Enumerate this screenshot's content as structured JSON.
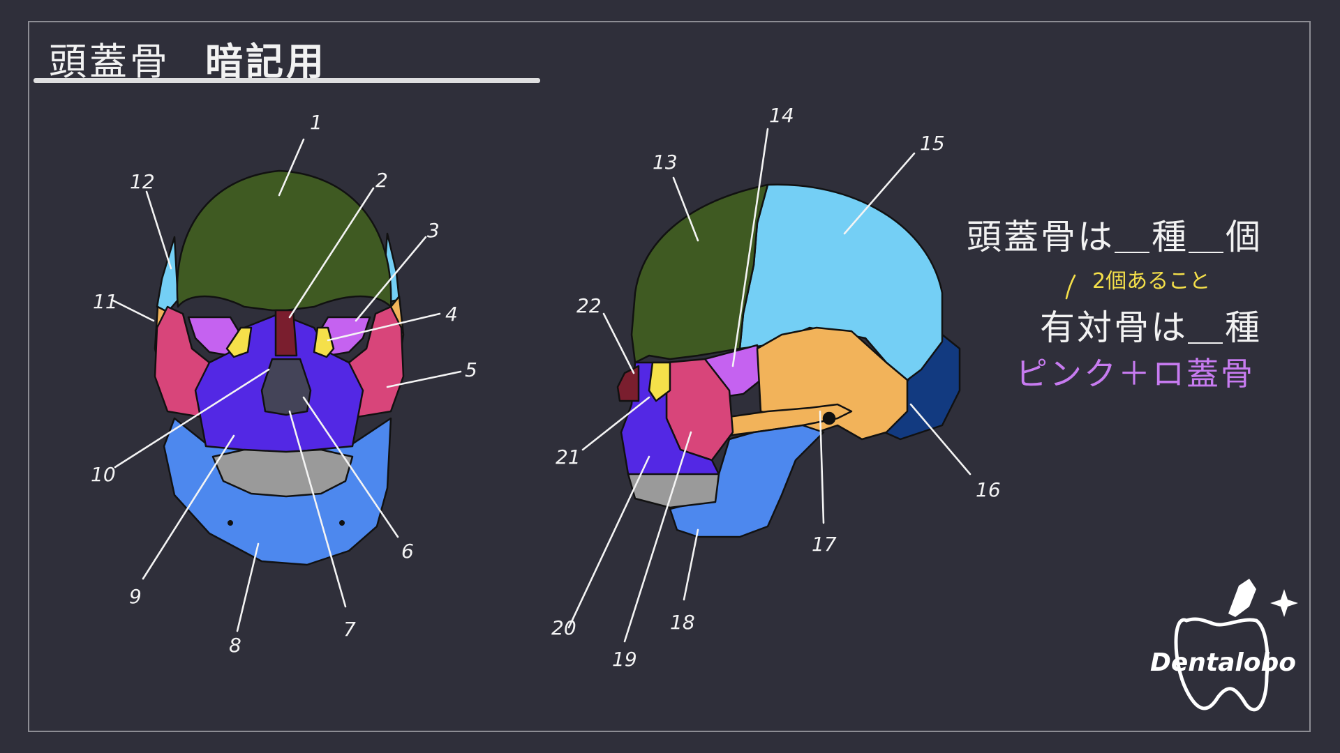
{
  "title": {
    "main": "頭蓋骨",
    "sub": "暗記用"
  },
  "labels": [
    "1",
    "2",
    "3",
    "4",
    "5",
    "6",
    "7",
    "8",
    "9",
    "10",
    "11",
    "12",
    "13",
    "14",
    "15",
    "16",
    "17",
    "18",
    "19",
    "20",
    "21",
    "22"
  ],
  "questions": {
    "line1": "頭蓋骨は＿種＿個",
    "note": "2個あること",
    "line2": "有対骨は＿種",
    "line3": "ピンク＋ロ蓋骨"
  },
  "logo": "Dentalobo",
  "colors": {
    "background": "#2f2f3a",
    "frontal": "#3f5a22",
    "parietal": "#74cff5",
    "temporal": "#f2b35a",
    "occipital": "#123a80",
    "sphenoid": "#c562f0",
    "zygomatic": "#d8457a",
    "maxilla": "#5328e4",
    "mandible": "#4d88ee",
    "lacrimal": "#f5e04a",
    "nasal": "#7a1e2e",
    "teeth": "#9a9a9a"
  }
}
